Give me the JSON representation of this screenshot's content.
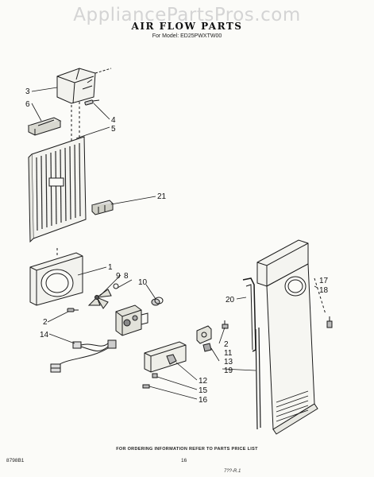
{
  "watermark": "AppliancePartsPros.com",
  "title": "AIR FLOW PARTS",
  "model_line": "For Model: ED25PWXTW00",
  "footer_info": "FOR ORDERING INFORMATION REFER TO PARTS PRICE LIST",
  "doc_code": "8798B1",
  "page_number": "16",
  "handwritten_mark": "7??-R.1",
  "callouts": {
    "c3a": "3",
    "c6": "6",
    "c4": "4",
    "c5": "5",
    "c21": "21",
    "c1": "1",
    "c9": "9",
    "c8": "8",
    "c10": "10",
    "c2a": "2",
    "c14": "14",
    "c20": "20",
    "c17": "17",
    "c18": "18",
    "c2b": "2",
    "c11": "11",
    "c13": "13",
    "c19": "19",
    "c12": "12",
    "c15": "15",
    "c16": "16"
  }
}
